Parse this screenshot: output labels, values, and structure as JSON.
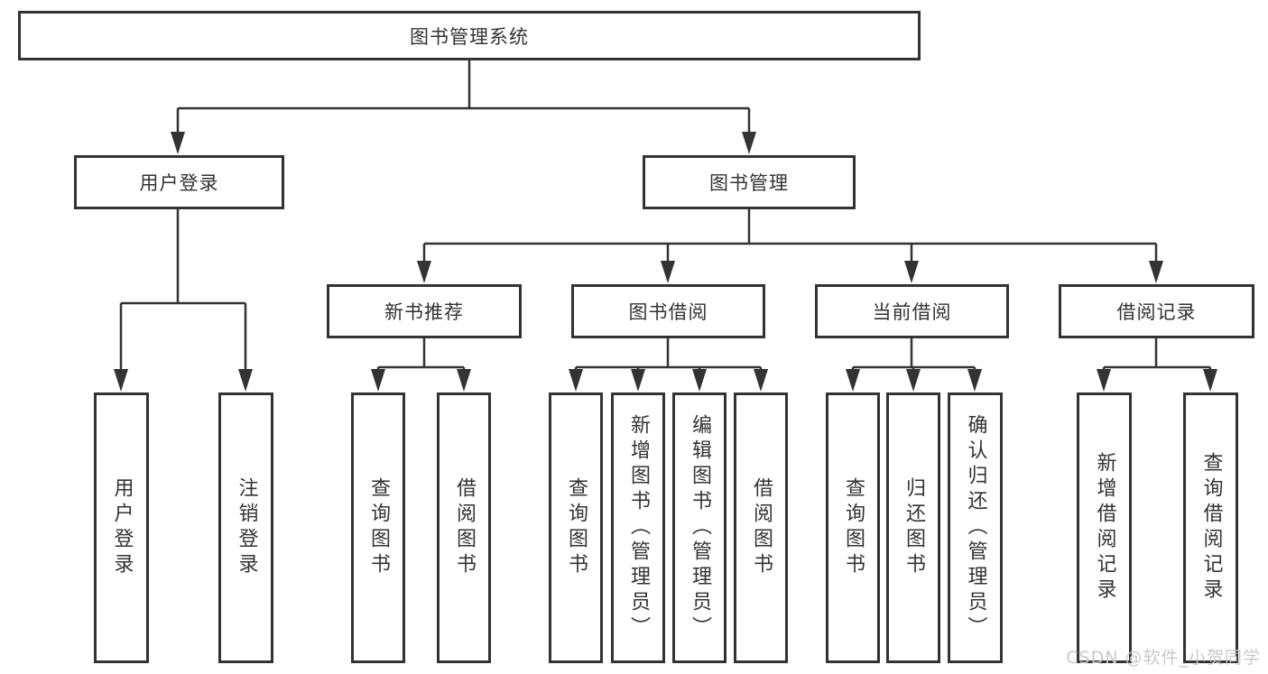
{
  "diagram": {
    "root": {
      "label": "图书管理系统",
      "children": [
        {
          "label": "用户登录",
          "children": [
            {
              "label": "用户登录"
            },
            {
              "label": "注销登录"
            }
          ]
        },
        {
          "label": "图书管理",
          "children": [
            {
              "label": "新书推荐",
              "children": [
                {
                  "label": "查询图书"
                },
                {
                  "label": "借阅图书"
                }
              ]
            },
            {
              "label": "图书借阅",
              "children": [
                {
                  "label": "查询图书"
                },
                {
                  "label": "新增图书（管理员）"
                },
                {
                  "label": "编辑图书（管理员）"
                },
                {
                  "label": "借阅图书"
                }
              ]
            },
            {
              "label": "当前借阅",
              "children": [
                {
                  "label": "查询图书"
                },
                {
                  "label": "归还图书"
                },
                {
                  "label": "确认归还（管理员）"
                }
              ]
            },
            {
              "label": "借阅记录",
              "children": [
                {
                  "label": "新增借阅记录"
                },
                {
                  "label": "查询借阅记录"
                }
              ]
            }
          ]
        }
      ]
    }
  },
  "watermark": {
    "text": "CSDN @软件_小贺同学"
  },
  "colors": {
    "line": "#333333",
    "box_border": "#333333",
    "text": "#333333",
    "watermark": "#c9c9c9",
    "background": "#ffffff"
  }
}
